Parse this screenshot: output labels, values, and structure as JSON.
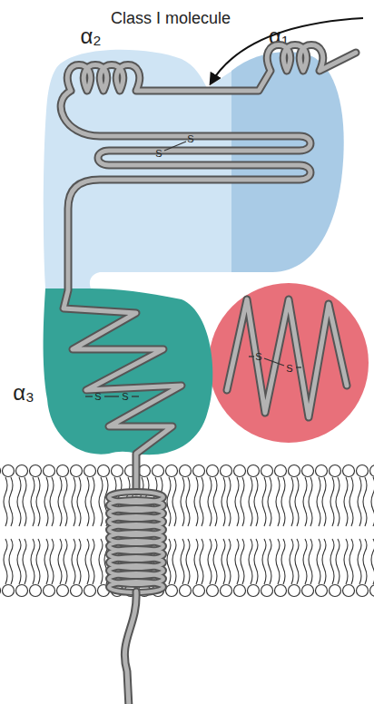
{
  "diagram": {
    "title": "Class I molecule",
    "nodes": [
      {
        "text": [
          "α₂"
        ]
      },
      {
        "text": [
          "α₁"
        ]
      },
      {
        "text": [
          "α₃"
        ]
      }
    ],
    "labels": [
      "S",
      "S",
      "S",
      "S",
      "S",
      "S"
    ]
  }
}
